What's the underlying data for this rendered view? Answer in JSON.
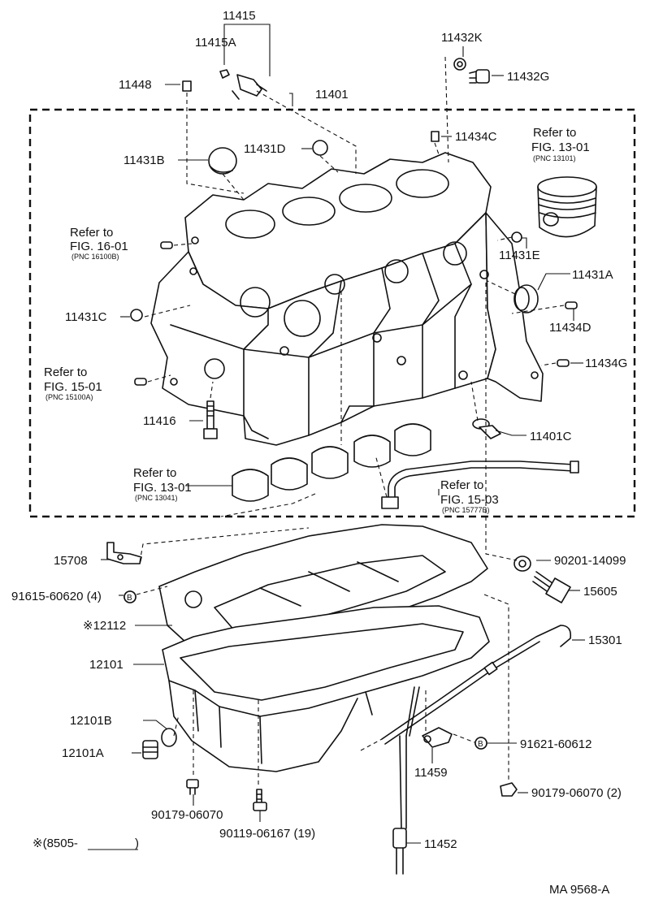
{
  "labels": {
    "p11415": "11415",
    "p11415a": "11415A",
    "p11448": "11448",
    "p11401": "11401",
    "p11432k": "11432K",
    "p11432g": "11432G",
    "p11434c": "11434C",
    "p11431d": "11431D",
    "p11431b": "11431B",
    "p11431e": "11431E",
    "p11431a": "11431A",
    "p11434d": "11434D",
    "p11431c": "11431C",
    "p11434g": "11434G",
    "p11416": "11416",
    "p11401c": "11401C",
    "p15708": "15708",
    "p91615": "91615-60620 (4)",
    "p90201": "90201-14099",
    "p15605": "15605",
    "p12112": "※12112",
    "p12101": "12101",
    "p15301": "15301",
    "p12101b": "12101B",
    "p12101a": "12101A",
    "p91621": "91621-60612",
    "p11459": "11459",
    "p90179a": "90179-06070",
    "p90179b": "90179-06070 (2)",
    "p90119": "90119-06167 (19)",
    "p11452": "11452",
    "note": "※(8505-",
    "note_end": ")",
    "code": "MA 9568-A",
    "bolt_mark": "B"
  },
  "refs": {
    "r1": {
      "line1": "Refer to",
      "line2": "FIG. 13-01",
      "pnc": "(PNC 13101)"
    },
    "r2": {
      "line1": "Refer to",
      "line2": "FIG. 16-01",
      "pnc": "(PNC 16100B)"
    },
    "r3": {
      "line1": "Refer to",
      "line2": "FIG. 15-01",
      "pnc": "(PNC 15100A)"
    },
    "r4": {
      "line1": "Refer to",
      "line2": "FIG. 13-01",
      "pnc": "(PNC 13041)"
    },
    "r5": {
      "line1": "Refer to",
      "line2": "FIG. 15-03",
      "pnc": "(PNC 15777B)"
    }
  }
}
